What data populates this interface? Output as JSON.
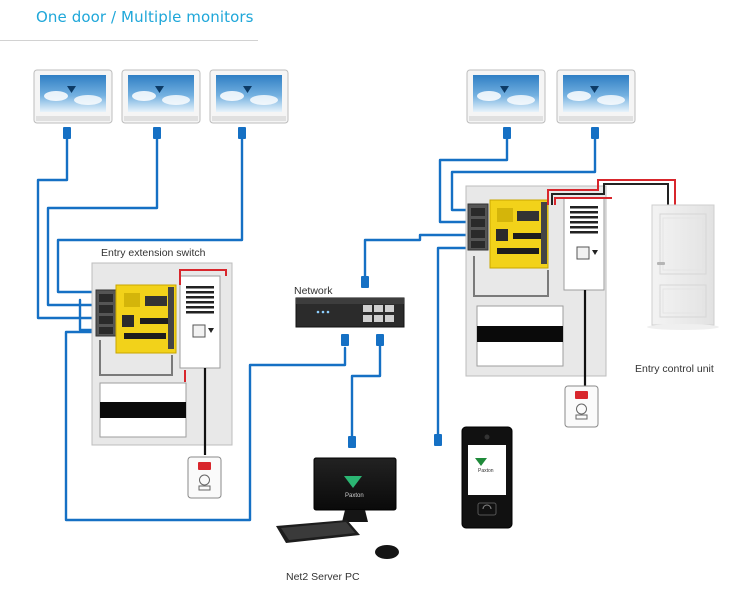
{
  "title": "One door / Multiple monitors",
  "labels": {
    "entry_extension_switch": "Entry extension switch",
    "network": "Network",
    "entry_control_unit": "Entry control unit",
    "server_pc": "Net2 Server PC"
  },
  "brand": "Paxton",
  "colors": {
    "accent": "#1fa7d9",
    "cable_blue": "#1570c4",
    "cable_red": "#d8262c",
    "board_yellow": "#f2d21a",
    "enclosure": "#e7e7e7"
  }
}
